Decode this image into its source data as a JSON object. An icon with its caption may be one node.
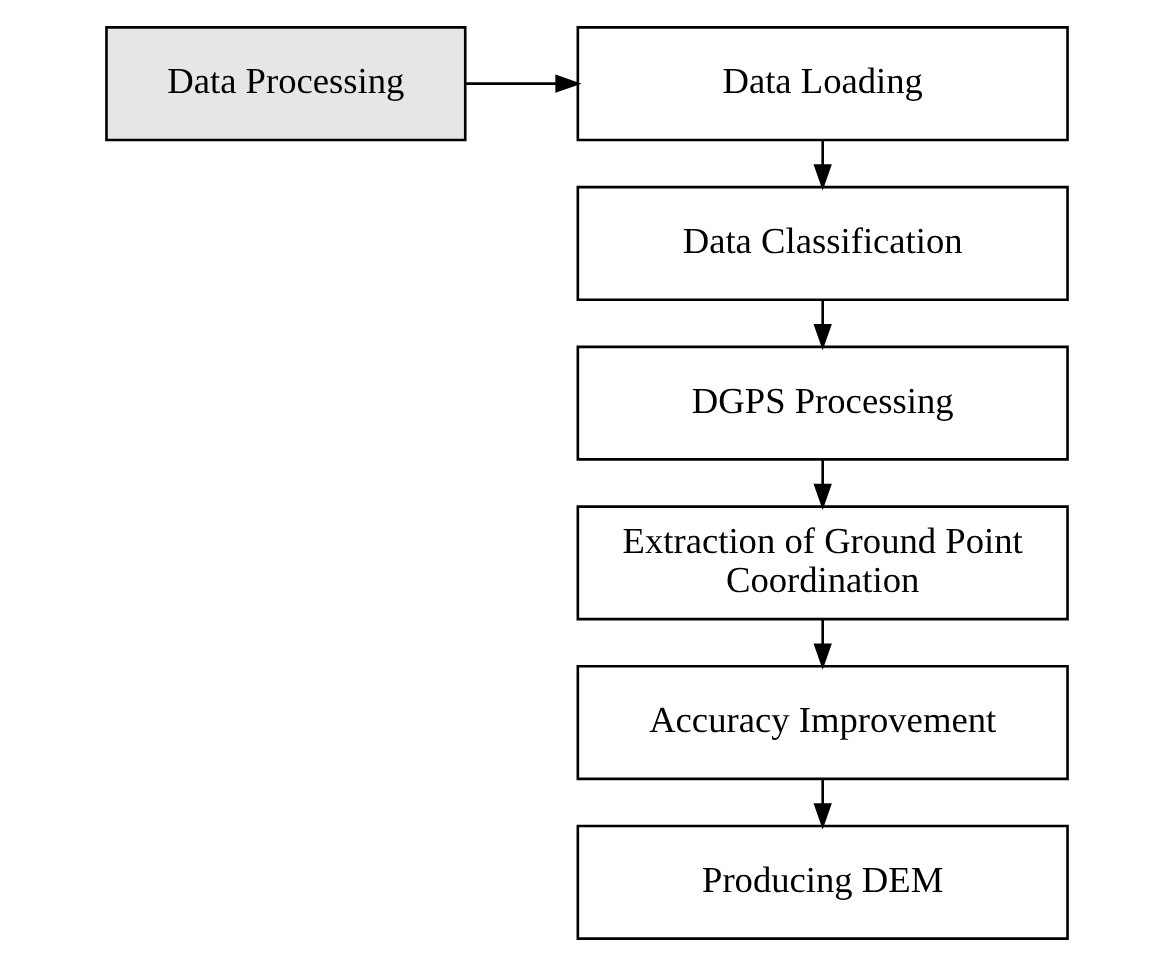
{
  "diagram": {
    "nodes": [
      {
        "text": [
          "Data Processing"
        ]
      },
      {
        "text": [
          "Data Loading"
        ]
      },
      {
        "text": [
          "Data Classification"
        ]
      },
      {
        "text": [
          "DGPS Processing"
        ]
      },
      {
        "text": [
          "Extraction of Ground Point Coordination"
        ]
      },
      {
        "text": [
          "Accuracy Improvement"
        ]
      },
      {
        "text": [
          "Producing DEM"
        ]
      }
    ],
    "edges": [
      {
        "from": 0,
        "to": 1,
        "arrow": "to"
      },
      {
        "from": 1,
        "to": 2,
        "arrow": "to"
      },
      {
        "from": 2,
        "to": 3,
        "arrow": "to"
      },
      {
        "from": 3,
        "to": 4,
        "arrow": "to"
      },
      {
        "from": 4,
        "to": 5,
        "arrow": "to"
      },
      {
        "from": 5,
        "to": 6,
        "arrow": "to"
      }
    ]
  }
}
